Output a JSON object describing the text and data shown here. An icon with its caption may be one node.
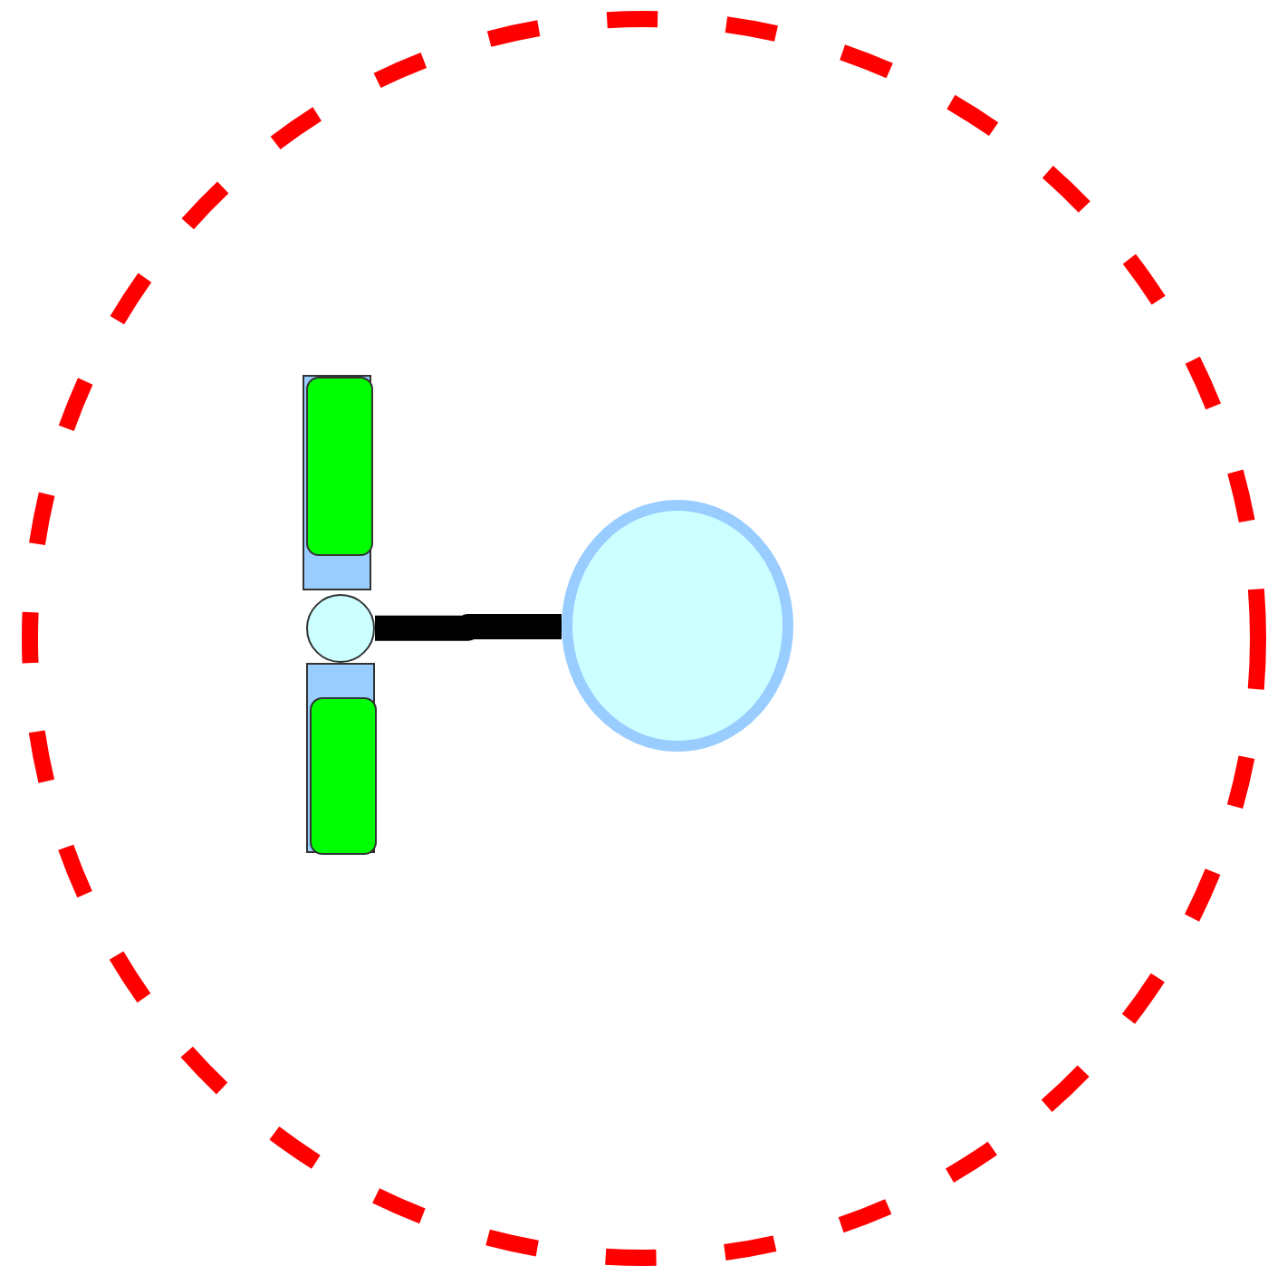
{
  "diagram": {
    "nodes": [
      {
        "text": [],
        "shape": "circle"
      },
      {
        "text": [],
        "shape": "box",
        "in": 0
      },
      {
        "text": [],
        "shape": "box",
        "in": 1
      },
      {
        "text": [],
        "shape": "circle",
        "in": 0
      },
      {
        "text": [],
        "shape": "box",
        "in": 0
      },
      {
        "text": [],
        "shape": "box",
        "in": 4
      },
      {
        "text": [],
        "shape": "circle",
        "in": 0
      }
    ],
    "edges": [
      {
        "from": 3,
        "to": 6,
        "arrow": "none"
      }
    ]
  }
}
